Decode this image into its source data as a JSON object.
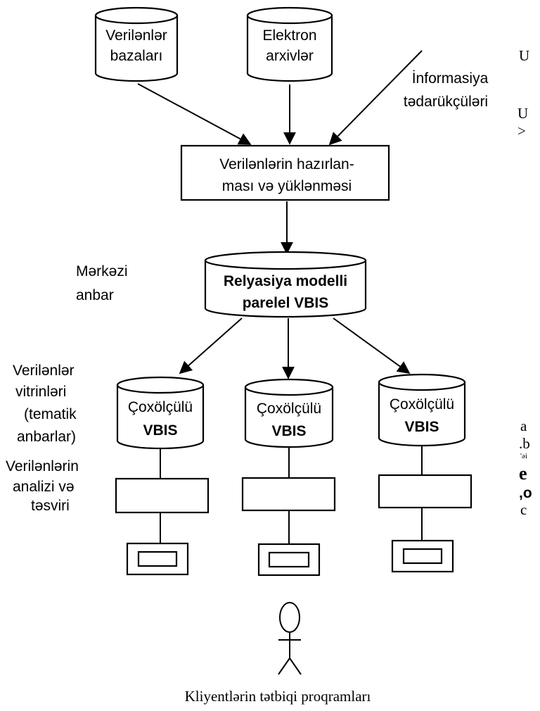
{
  "sources": {
    "databases": [
      "Verilənlər",
      "bazaları"
    ],
    "archives": [
      "Elektron",
      "arxivlər"
    ],
    "providers": [
      "İnformasiya",
      "tədarükçüləri"
    ]
  },
  "etl_box": [
    "Verilənlərin hazırlan-",
    "ması və yüklənməsi"
  ],
  "central_label": [
    "Mərkəzi",
    "anbar"
  ],
  "central_db": [
    "Relyasiya modelli",
    "parelel VBIS"
  ],
  "marts_label": [
    "Verilənlər",
    "vitrinləri",
    "(tematik",
    "anbarlar)"
  ],
  "mart_db": [
    "Çoxölçülü",
    "VBIS"
  ],
  "analysis_label": [
    "Verilənlərin",
    "analizi  və",
    "təsviri"
  ],
  "caption": "Kliyentlərin tətbiqi proqramları",
  "margin_marks": {
    "top": [
      "U",
      "U",
      ">"
    ],
    "bottom": [
      "a",
      ".b",
      "'əi",
      "e",
      ",o",
      "c"
    ]
  }
}
